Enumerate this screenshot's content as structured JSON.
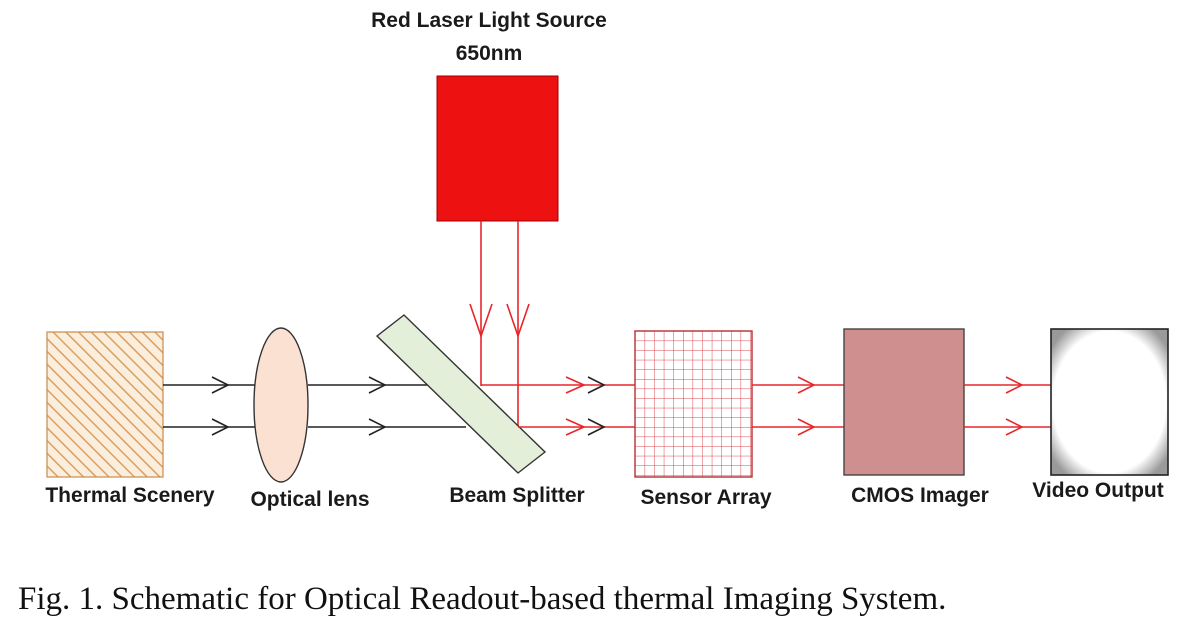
{
  "light_source": {
    "title_line1": "Red Laser Light Source",
    "title_line2": "650nm"
  },
  "components": {
    "thermal_scenery": "Thermal Scenery",
    "optical_lens": "Optical lens",
    "beam_splitter": "Beam Splitter",
    "sensor_array": "Sensor Array",
    "cmos_imager": "CMOS Imager",
    "video_output": "Video Output"
  },
  "caption": "Fig. 1. Schematic for Optical Readout-based thermal Imaging System.",
  "colors": {
    "laser_red": "#ee1111",
    "laser_beam": "#e8262a",
    "thermal_hatch": "#d9a060",
    "thermal_bg": "#fbeedd",
    "lens_fill": "#fbe1d2",
    "splitter_fill": "#e4efda",
    "sensor_grid": "#d8484f",
    "cmos_fill": "#cf8f8e",
    "ir_ray": "#222222"
  }
}
